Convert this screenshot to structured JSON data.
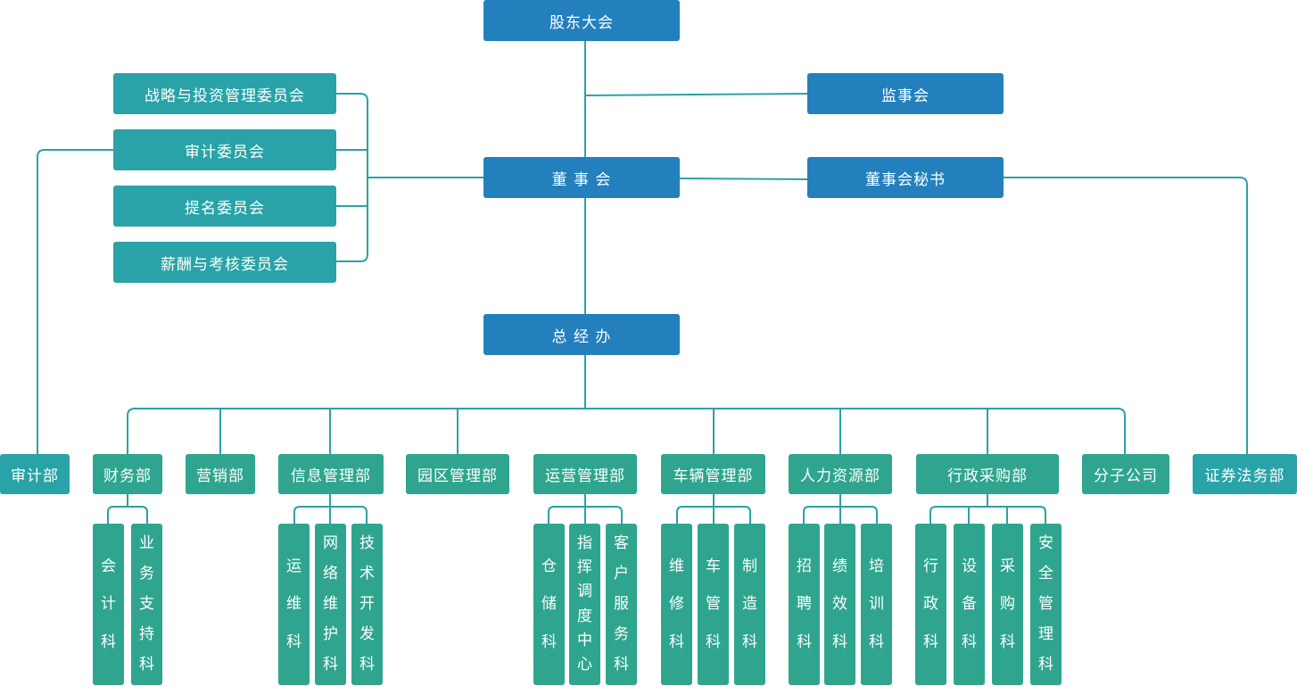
{
  "colors": {
    "blue": "#2380bc",
    "teal": "#29a3a7",
    "green": "#2fa58f",
    "line": "#2ca1a6"
  },
  "top": {
    "shareholders": "股东大会",
    "supervisory_board": "监事会",
    "board": "董 事 会",
    "board_secretary": "董事会秘书",
    "general_office": "总 经 办"
  },
  "committees": {
    "strategy": "战略与投资管理委员会",
    "audit": "审计委员会",
    "nomination": "提名委员会",
    "compensation": "薪酬与考核委员会"
  },
  "departments": {
    "audit": "审计部",
    "finance": "财务部",
    "marketing": "营销部",
    "it": "信息管理部",
    "park": "园区管理部",
    "operations": "运营管理部",
    "vehicles": "车辆管理部",
    "hr": "人力资源部",
    "admin_purchasing": "行政采购部",
    "subsidiary": "分子公司",
    "securities_legal": "证券法务部"
  },
  "sections": {
    "finance": [
      "会计科",
      "业务支持科"
    ],
    "it": [
      "运维科",
      "网络维护科",
      "技术开发科"
    ],
    "operations": [
      "仓储科",
      "指挥调度中心",
      "客户服务科"
    ],
    "vehicles": [
      "维修科",
      "车管科",
      "制造科"
    ],
    "hr": [
      "招聘科",
      "绩效科",
      "培训科"
    ],
    "admin_purchasing": [
      "行政科",
      "设备科",
      "采购科",
      "安全管理科"
    ]
  }
}
